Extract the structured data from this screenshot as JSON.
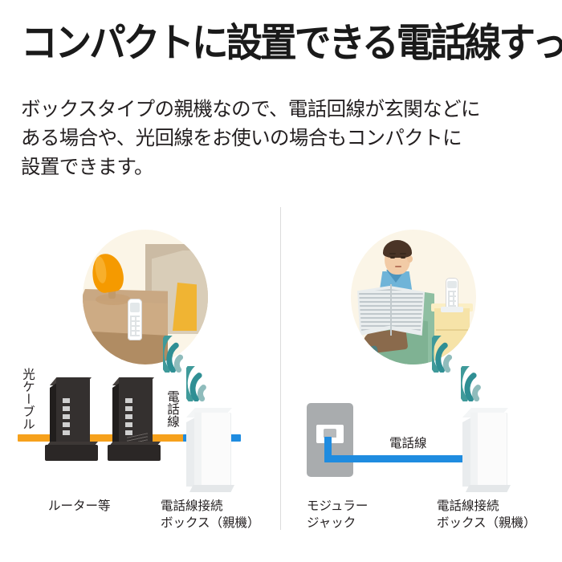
{
  "headline": "コンパクトに設置できる電話線すっきりモデル",
  "body": {
    "line1": "ボックスタイプの親機なので、電話回線が玄関などに",
    "line2": "ある場合や、光回線をお使いの場合もコンパクトに",
    "line3": "設置できます。"
  },
  "left_panel": {
    "cable_label_optical": "光ケーブル",
    "cable_label_phone": "電話線",
    "caption_router": "ルーター等",
    "caption_box_line1": "電話線接続",
    "caption_box_line2": "ボックス（親機）"
  },
  "right_panel": {
    "cable_label_phone": "電話線",
    "caption_jack_line1": "モジュラー",
    "caption_jack_line2": "ジャック",
    "caption_box_line1": "電話線接続",
    "caption_box_line2": "ボックス（親機）"
  },
  "icons": {
    "wifi": "wifi-waves-icon",
    "handset": "cordless-handset-icon",
    "router": "router-icon",
    "base_box": "base-unit-box-icon",
    "modular_jack": "modular-jack-icon",
    "lamp": "table-lamp-icon",
    "person": "person-reading-newspaper-icon"
  },
  "colors": {
    "cable_optical": "#f6a11c",
    "cable_phone": "#1f8ce0",
    "wifi_wave": "#3f9a9a",
    "scene_background": "#fbf5e7",
    "text": "#231f20",
    "divider": "#dcdcdc",
    "lamp_orange": "#f59a00",
    "chair_green": "#8fbfa2",
    "router_dark": "#34302f"
  }
}
